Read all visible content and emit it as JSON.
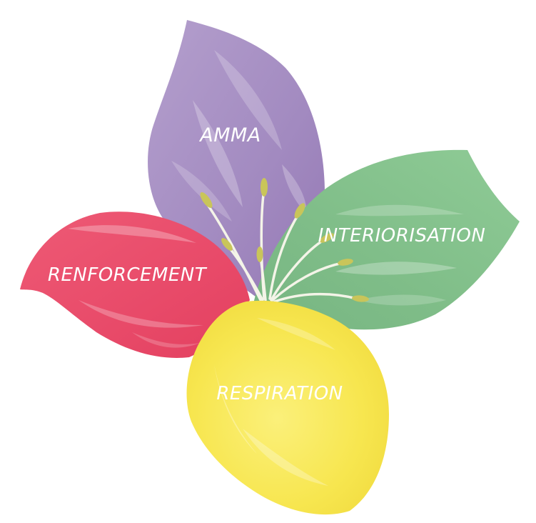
{
  "petals": {
    "amma": {
      "label": "AMMA",
      "color": "#a48bbf"
    },
    "interiorisation": {
      "label": "INTERIORISATION",
      "color": "#86c08f"
    },
    "renforcement": {
      "label": "RENFORCEMENT",
      "color": "#e9506e"
    },
    "respiration": {
      "label": "RESPIRATION",
      "color": "#f6e64d"
    }
  },
  "stamen_color": "#c9c55a"
}
